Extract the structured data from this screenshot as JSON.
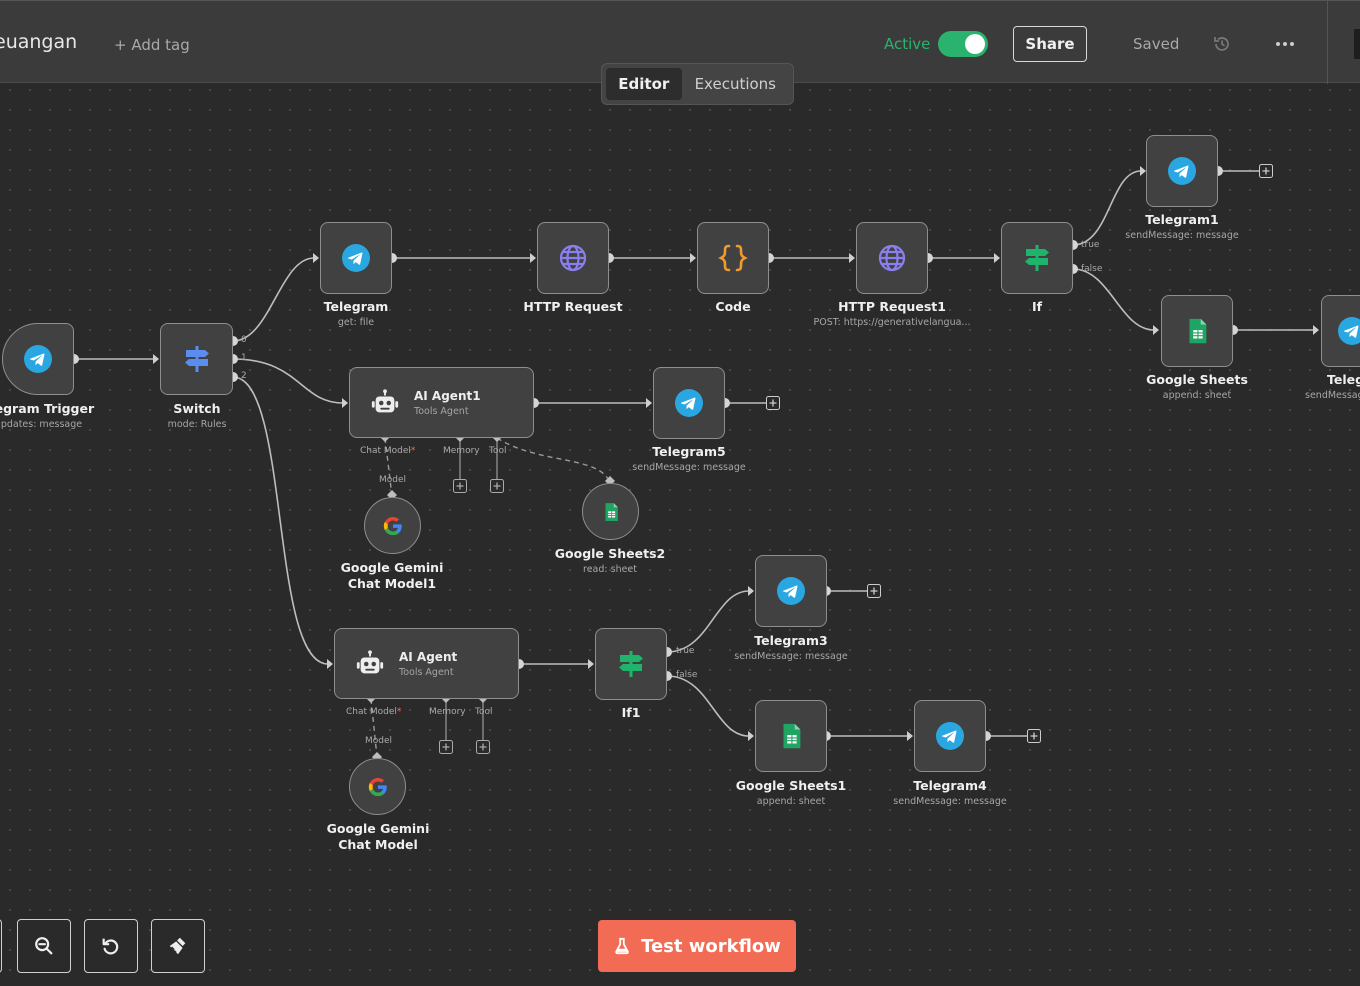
{
  "header": {
    "workflow_name": "euangan",
    "add_tag": "+ Add tag",
    "active_label": "Active",
    "active": true,
    "share_label": "Share",
    "saved_label": "Saved",
    "history_icon": "history-icon",
    "more_icon": "more-horizontal-icon"
  },
  "tabs": [
    {
      "label": "Editor",
      "selected": true
    },
    {
      "label": "Executions",
      "selected": false
    }
  ],
  "nodes": {
    "telegram_trigger": {
      "title": "elegram Trigger",
      "subtitle": "Updates: message",
      "icon": "telegram-icon"
    },
    "switch": {
      "title": "Switch",
      "subtitle": "mode: Rules",
      "icon": "switch-icon",
      "outputs": [
        "0",
        "1",
        "2"
      ]
    },
    "telegram": {
      "title": "Telegram",
      "subtitle": "get: file",
      "icon": "telegram-icon"
    },
    "http_request": {
      "title": "HTTP Request",
      "icon": "globe-icon"
    },
    "code": {
      "title": "Code",
      "icon": "code-braces-icon"
    },
    "http_request1": {
      "title": "HTTP Request1",
      "subtitle": "POST: https://generativelangua...",
      "icon": "globe-icon"
    },
    "if": {
      "title": "If",
      "icon": "if-icon",
      "outputs": [
        "true",
        "false"
      ]
    },
    "telegram1": {
      "title": "Telegram1",
      "subtitle": "sendMessage: message",
      "icon": "telegram-icon"
    },
    "google_sheets": {
      "title": "Google Sheets",
      "subtitle": "append: sheet",
      "icon": "google-sheets-icon"
    },
    "telegram_cut": {
      "title": "Teleg",
      "subtitle": "sendMessag",
      "icon": "telegram-icon"
    },
    "ai_agent1": {
      "title": "AI Agent1",
      "subtitle": "Tools Agent",
      "icon": "robot-icon",
      "ports": [
        "Chat Model",
        "Memory",
        "Tool"
      ]
    },
    "telegram5": {
      "title": "Telegram5",
      "subtitle": "sendMessage: message",
      "icon": "telegram-icon"
    },
    "gemini1": {
      "title": "Google Gemini Chat Model1",
      "icon": "google-icon",
      "port": "Model"
    },
    "google_sheets2": {
      "title": "Google Sheets2",
      "subtitle": "read: sheet",
      "icon": "google-sheets-icon"
    },
    "ai_agent": {
      "title": "AI Agent",
      "subtitle": "Tools Agent",
      "icon": "robot-icon",
      "ports": [
        "Chat Model",
        "Memory",
        "Tool"
      ]
    },
    "gemini": {
      "title": "Google Gemini Chat Model",
      "icon": "google-icon",
      "port": "Model"
    },
    "if1": {
      "title": "If1",
      "icon": "if-icon",
      "outputs": [
        "true",
        "false"
      ]
    },
    "telegram3": {
      "title": "Telegram3",
      "subtitle": "sendMessage: message",
      "icon": "telegram-icon"
    },
    "google_sheets1": {
      "title": "Google Sheets1",
      "subtitle": "append: sheet",
      "icon": "google-sheets-icon"
    },
    "telegram4": {
      "title": "Telegram4",
      "subtitle": "sendMessage: message",
      "icon": "telegram-icon"
    }
  },
  "required_marker": "*",
  "bottom": {
    "zoom_out_icon": "zoom-out-icon",
    "reset_icon": "undo-icon",
    "tidy_icon": "broom-icon",
    "test_button": "Test workflow",
    "test_icon": "flask-icon"
  },
  "colors": {
    "canvas": "#2a2a2a",
    "node_border": "#8e8e8e",
    "active_green": "#29b36e",
    "telegram_blue": "#2aa7e0",
    "sheets_green": "#1fa463",
    "code_orange": "#f29a2e",
    "globe_purple": "#8b7ff0",
    "test_button": "#f26b55"
  }
}
